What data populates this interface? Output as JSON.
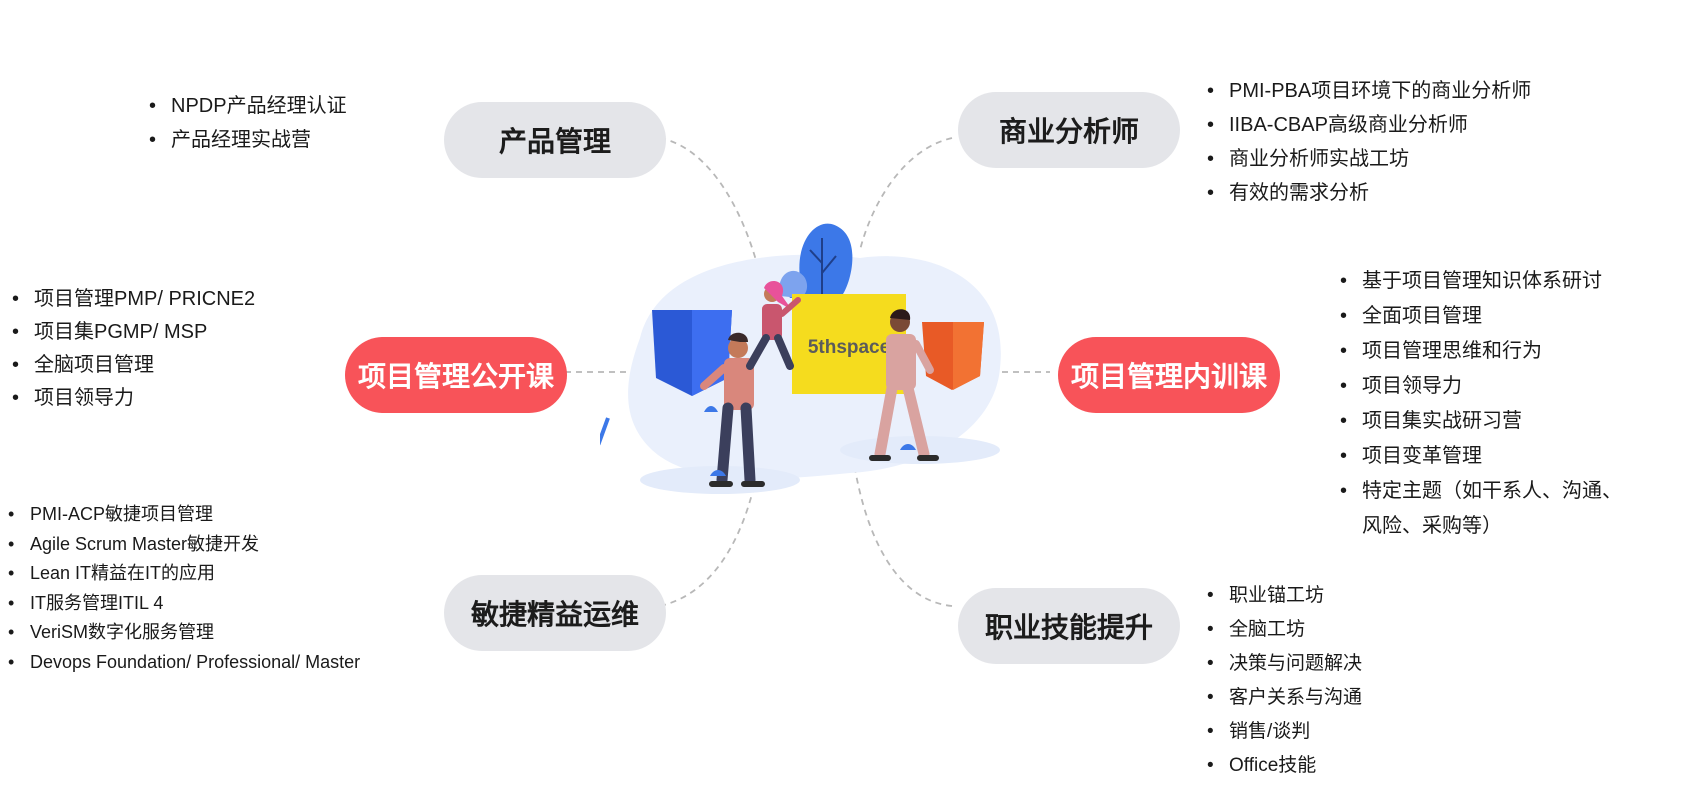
{
  "center": {
    "label": "5thspace"
  },
  "nodes": {
    "product": "产品管理",
    "business": "商业分析师",
    "public_course": "项目管理公开课",
    "internal_course": "项目管理内训课",
    "agile": "敏捷精益运维",
    "skills": "职业技能提升"
  },
  "lists": {
    "product": [
      "NPDP产品经理认证",
      "产品经理实战营"
    ],
    "business": [
      "PMI-PBA项目环境下的商业分析师",
      "IIBA-CBAP高级商业分析师",
      "商业分析师实战工坊",
      "有效的需求分析"
    ],
    "public_course": [
      "项目管理PMP/ PRICNE2",
      "项目集PGMP/ MSP",
      "全脑项目管理",
      "项目领导力"
    ],
    "internal_course": [
      "基于项目管理知识体系研讨",
      "全面项目管理",
      "项目管理思维和行为",
      "项目领导力",
      "项目集实战研习营",
      "项目变革管理"
    ],
    "internal_course_last": [
      "特定主题（如干系人、沟通、",
      "风险、采购等）"
    ],
    "agile": [
      "PMI-ACP敏捷项目管理",
      "Agile Scrum Master敏捷开发",
      "Lean IT精益在IT的应用",
      "IT服务管理ITIL 4",
      "VeriSM数字化服务管理",
      "Devops Foundation/ Professional/ Master"
    ],
    "skills": [
      "职业锚工坊",
      "全脑工坊",
      "决策与问题解决",
      "客户关系与沟通",
      "销售/谈判",
      "Office技能"
    ]
  },
  "colors": {
    "node_gray": "#e4e5e9",
    "node_red": "#f85359",
    "center_box": "#f5dc1e",
    "blue_shield": "#2b59d6",
    "orange_shield": "#e85a26",
    "connector": "#b8b8b8"
  }
}
